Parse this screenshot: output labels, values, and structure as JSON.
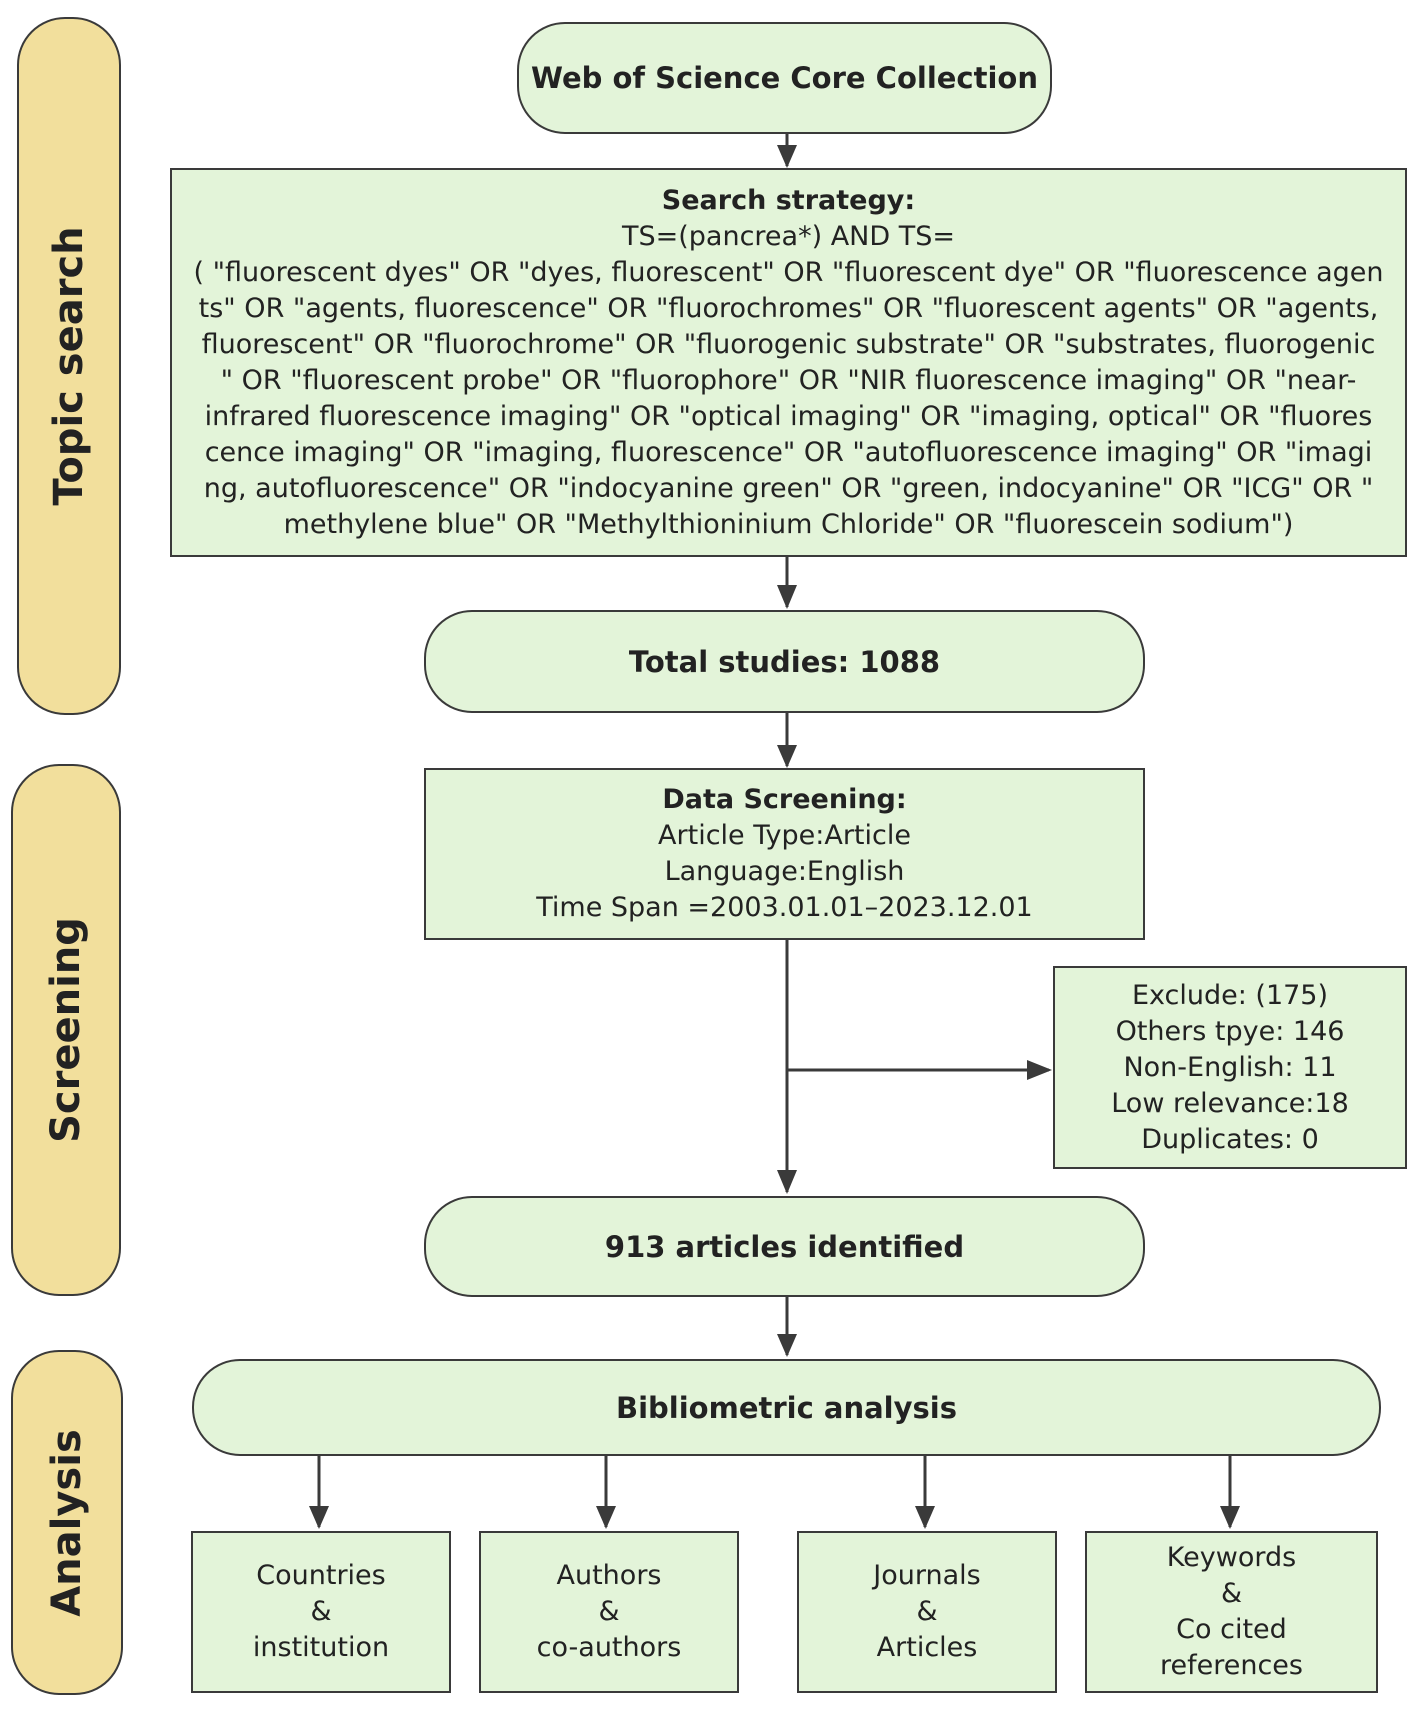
{
  "stages": {
    "topic_search": "Topic search",
    "screening": "Screening",
    "analysis": "Analysis"
  },
  "source": "Web of Science Core Collection",
  "search_strategy": {
    "title": "Search strategy:",
    "lines": [
      "TS=(pancrea*) AND TS=",
      "( \"fluorescent dyes\" OR \"dyes, fluorescent\" OR \"fluorescent dye\" OR \"fluorescence agen",
      "ts\" OR \"agents, fluorescence\" OR \"fluorochromes\" OR \"fluorescent agents\" OR \"agents,",
      "fluorescent\" OR \"fluorochrome\" OR \"fluorogenic substrate\" OR \"substrates, fluorogenic",
      "\" OR \"fluorescent probe\" OR \"fluorophore\" OR \"NIR fluorescence imaging\" OR \"near-",
      "infrared fluorescence imaging\" OR \"optical imaging\" OR \"imaging, optical\" OR \"fluores",
      "cence imaging\" OR \"imaging, fluorescence\" OR \"autofluorescence imaging\" OR \"imagi",
      "ng, autofluorescence\" OR \"indocyanine green\" OR \"green, indocyanine\" OR \"ICG\" OR \"",
      "methylene blue\" OR \"Methylthioninium Chloride\" OR \"fluorescein sodium\")"
    ]
  },
  "total_studies": "Total studies:  1088",
  "data_screening": {
    "title": "Data Screening:",
    "lines": [
      "Article Type:Article",
      "Language:English",
      "Time Span =2003.01.01–2023.12.01"
    ]
  },
  "exclude": {
    "lines": [
      "Exclude:  (175)",
      "Others tpye:  146",
      "Non-English:  11",
      "Low relevance:18",
      "Duplicates:  0"
    ]
  },
  "identified": "913 articles identified",
  "bibliometric": "Bibliometric analysis",
  "outputs": [
    [
      "Countries",
      "&",
      "institution"
    ],
    [
      "Authors",
      "&",
      "co-authors"
    ],
    [
      "Journals",
      "&",
      "Articles"
    ],
    [
      "Keywords",
      "&",
      "Co cited",
      "references"
    ]
  ]
}
